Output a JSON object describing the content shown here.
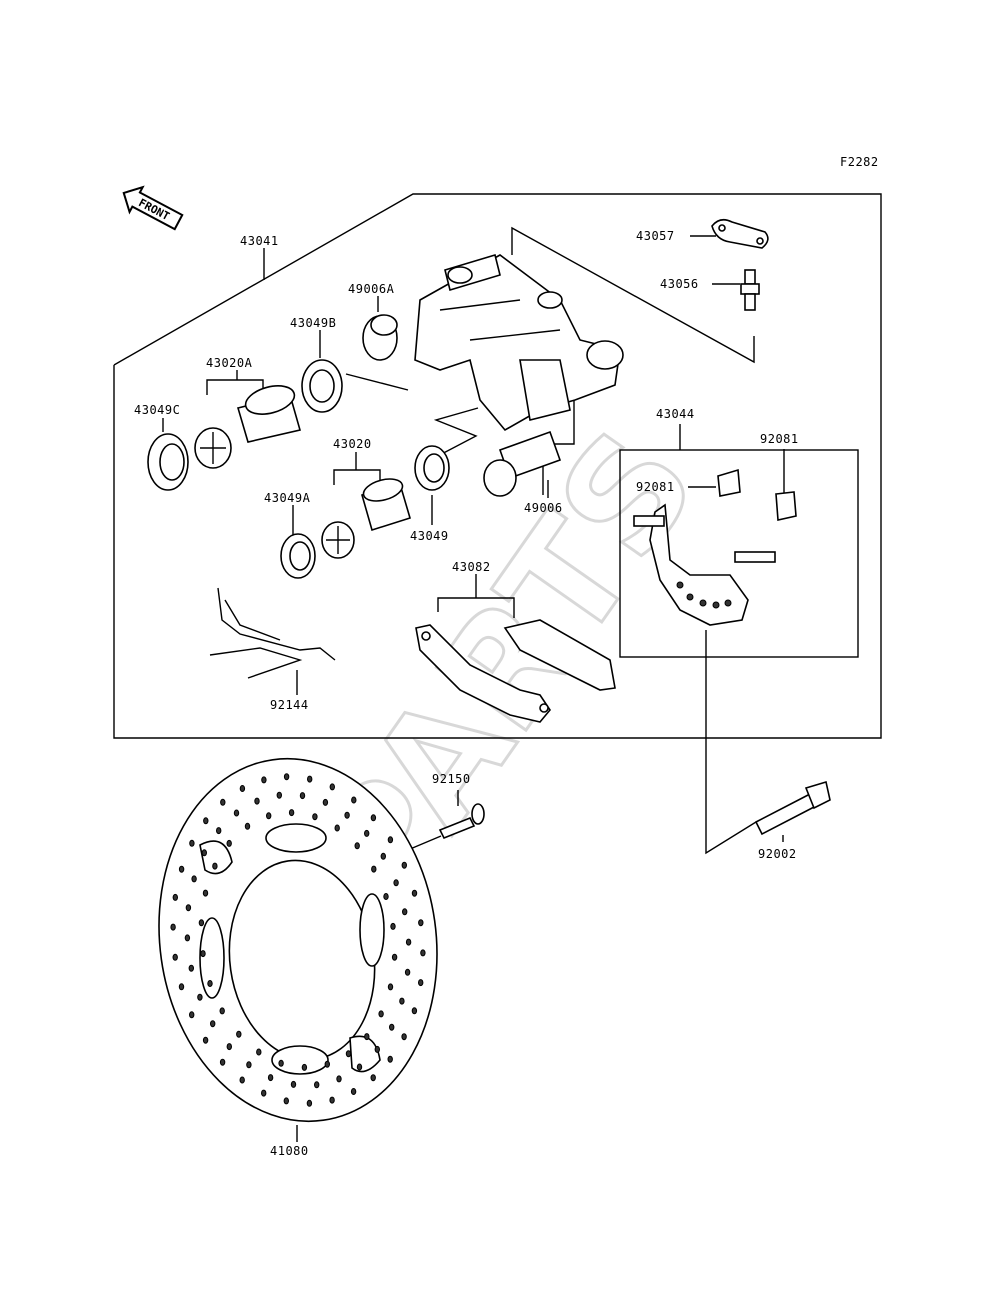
{
  "figure_code": "F2282",
  "front_label": "FRONT",
  "watermark": "XPARTS",
  "labels": {
    "p43041": "43041",
    "p43057": "43057",
    "p43056": "43056",
    "p49006A": "49006A",
    "p43049B": "43049B",
    "p43020A": "43020A",
    "p43049C": "43049C",
    "p43020": "43020",
    "p43049A": "43049A",
    "p43049": "43049",
    "p49006": "49006",
    "p43044": "43044",
    "p92081": "92081",
    "p92081b": "92081",
    "p43082": "43082",
    "p92144": "92144",
    "p92150": "92150",
    "p92002": "92002",
    "p41080": "41080"
  }
}
